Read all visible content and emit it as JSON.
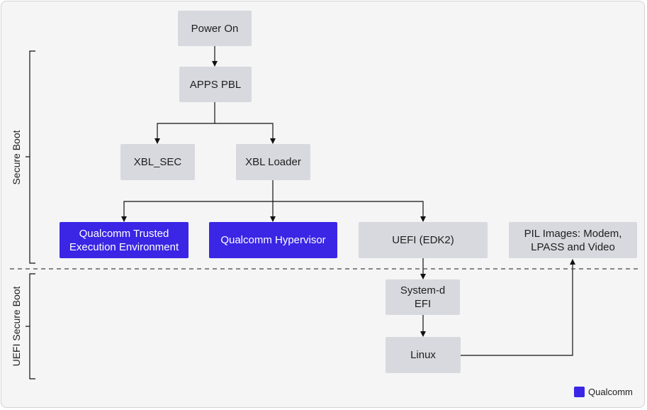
{
  "nodes": {
    "power_on": "Power On",
    "apps_pbl": "APPS PBL",
    "xbl_sec": "XBL_SEC",
    "xbl_loader": "XBL Loader",
    "qtee": "Qualcomm Trusted\nExecution Environment",
    "hypervisor": "Qualcomm Hypervisor",
    "uefi": "UEFI (EDK2)",
    "pil": "PIL Images: Modem,\nLPASS and Video",
    "systemd": "System-d\nEFI",
    "linux": "Linux"
  },
  "sections": {
    "secure_boot": "Secure Boot",
    "uefi_secure_boot": "UEFI Secure Boot"
  },
  "legend": {
    "label": "Qualcomm",
    "color": "#3a26e4"
  },
  "colors": {
    "node_default": "#d8d9df",
    "node_qualcomm": "#3a26e4"
  }
}
